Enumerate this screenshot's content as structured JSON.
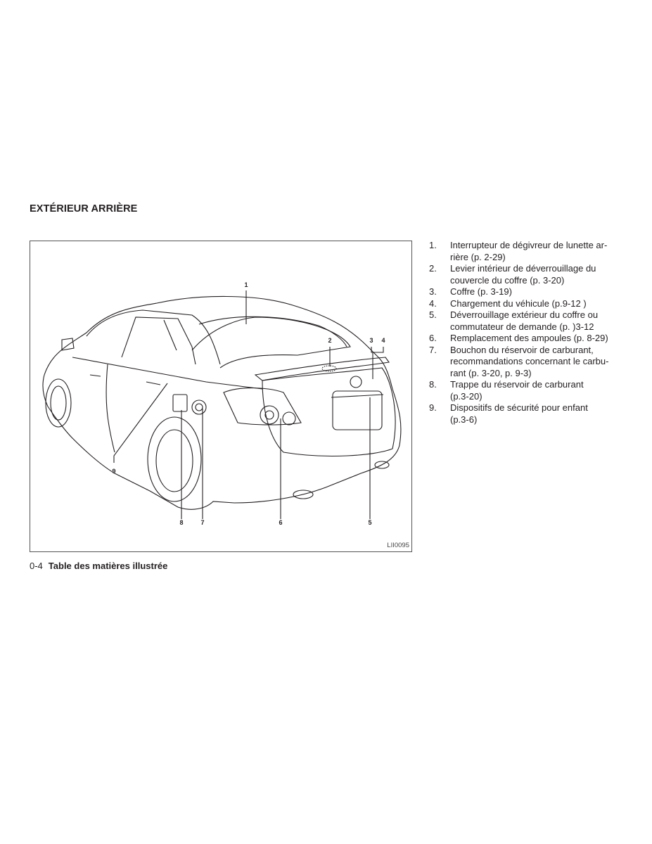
{
  "section_title": "EXTÉRIEUR ARRIÈRE",
  "figure": {
    "id": "LII0095",
    "callouts": [
      "1",
      "2",
      "3",
      "4",
      "5",
      "6",
      "7",
      "8",
      "9"
    ]
  },
  "items": [
    {
      "num": "1.",
      "lines": [
        "Interrupteur de dégivreur de lunette ar-",
        "rière (p. 2-29)"
      ]
    },
    {
      "num": "2.",
      "lines": [
        "Levier intérieur de déverrouillage du",
        "couvercle du coffre (p. 3-20)"
      ]
    },
    {
      "num": "3.",
      "lines": [
        "Coffre (p. 3-19)"
      ]
    },
    {
      "num": "4.",
      "lines": [
        "Chargement du véhicule (p.9-12 )"
      ]
    },
    {
      "num": "5.",
      "lines": [
        "Déverrouillage extérieur du coffre ou",
        "commutateur de demande (p. )3-12"
      ]
    },
    {
      "num": "6.",
      "lines": [
        "Remplacement des ampoules (p. 8-29)"
      ]
    },
    {
      "num": "7.",
      "lines": [
        "Bouchon du réservoir de carburant,",
        "recommandations concernant le carbu-",
        "rant (p. 3-20, p. 9-3)"
      ]
    },
    {
      "num": "8.",
      "lines": [
        "Trappe du réservoir de carburant",
        "(p.3-20)"
      ]
    },
    {
      "num": "9.",
      "lines": [
        "Dispositifs de sécurité pour enfant",
        "(p.3-6)"
      ]
    }
  ],
  "footer": {
    "page": "0-4",
    "section": "Table des matières illustrée"
  }
}
